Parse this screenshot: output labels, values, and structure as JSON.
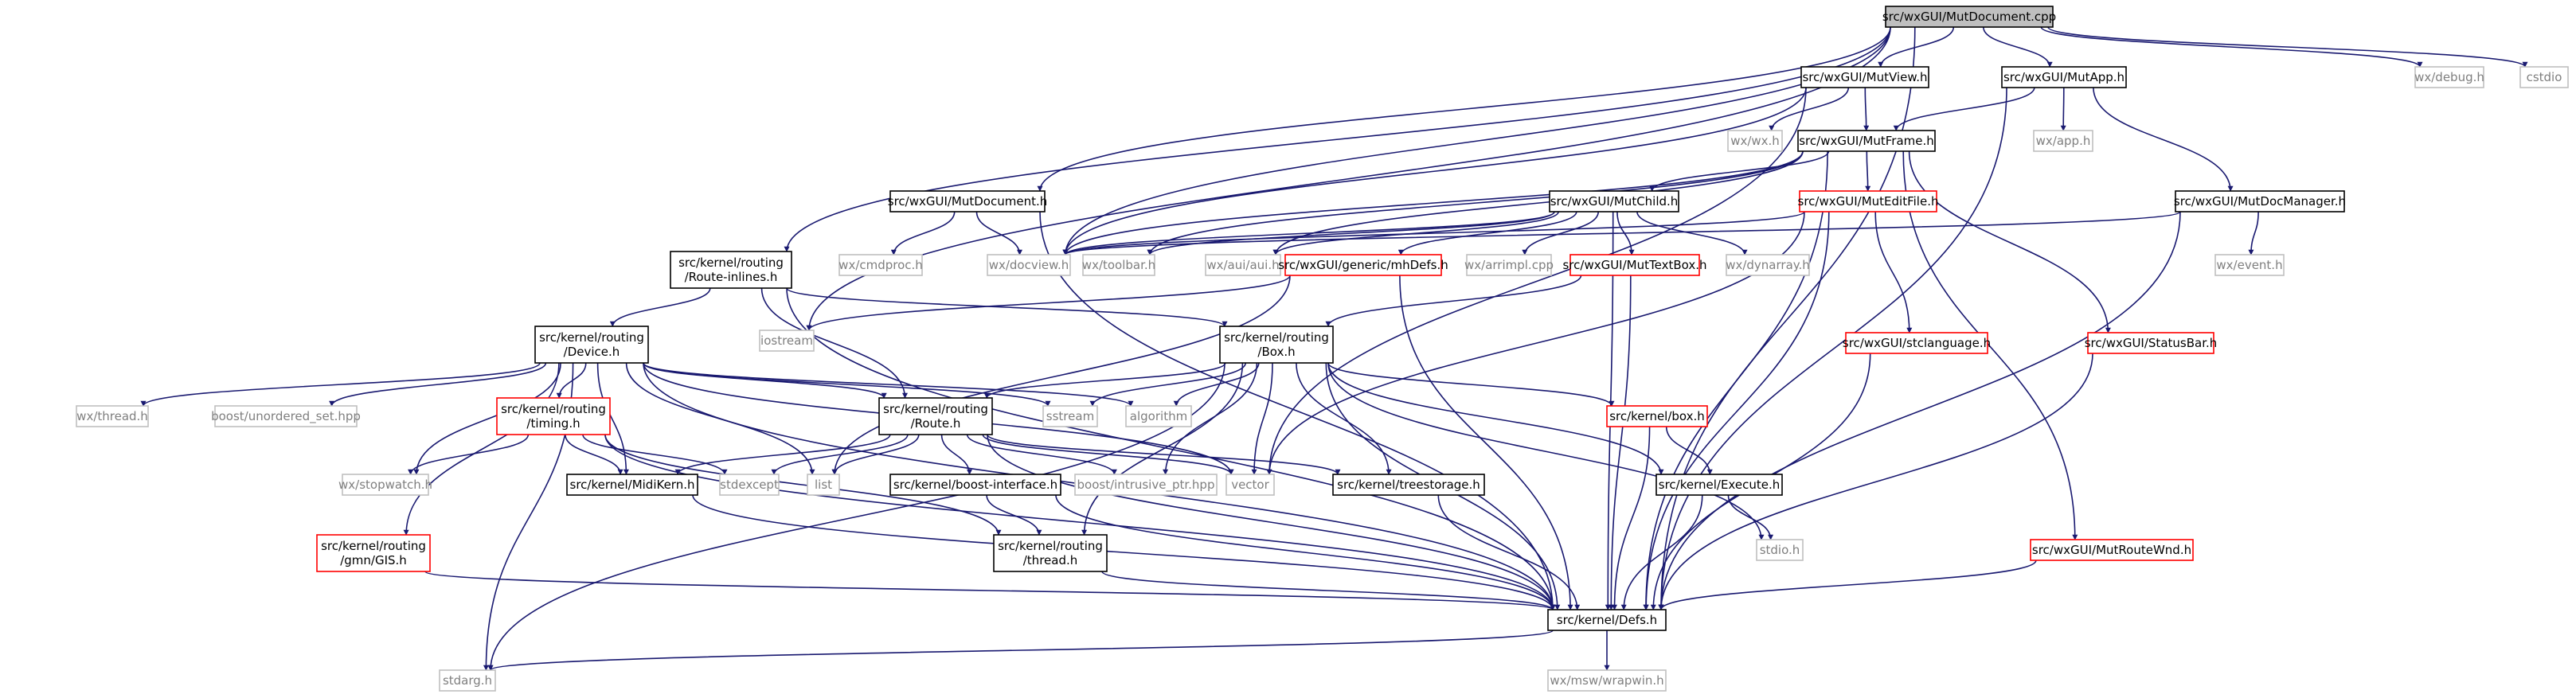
{
  "diagram": {
    "nodes": [
      {
        "id": "n_root",
        "lines": [
          "src/wxGUI/MutDocument.cpp"
        ],
        "style": "root"
      },
      {
        "id": "n_mutview",
        "lines": [
          "src/wxGUI/MutView.h"
        ],
        "style": "normal"
      },
      {
        "id": "n_mutapp",
        "lines": [
          "src/wxGUI/MutApp.h"
        ],
        "style": "normal"
      },
      {
        "id": "n_wxdebug",
        "lines": [
          "wx/debug.h"
        ],
        "style": "gray"
      },
      {
        "id": "n_cstdio",
        "lines": [
          "cstdio"
        ],
        "style": "gray"
      },
      {
        "id": "n_wxwx",
        "lines": [
          "wx/wx.h"
        ],
        "style": "gray"
      },
      {
        "id": "n_mutframe",
        "lines": [
          "src/wxGUI/MutFrame.h"
        ],
        "style": "normal"
      },
      {
        "id": "n_wxapp",
        "lines": [
          "wx/app.h"
        ],
        "style": "gray"
      },
      {
        "id": "n_mutdocument_h",
        "lines": [
          "src/wxGUI/MutDocument.h"
        ],
        "style": "normal"
      },
      {
        "id": "n_mutchild",
        "lines": [
          "src/wxGUI/MutChild.h"
        ],
        "style": "normal"
      },
      {
        "id": "n_mutedit",
        "lines": [
          "src/wxGUI/MutEditFile.h"
        ],
        "style": "red"
      },
      {
        "id": "n_mutdocmgr",
        "lines": [
          "src/wxGUI/MutDocManager.h"
        ],
        "style": "normal"
      },
      {
        "id": "n_cmdproc",
        "lines": [
          "wx/cmdproc.h"
        ],
        "style": "gray"
      },
      {
        "id": "n_docview",
        "lines": [
          "wx/docview.h"
        ],
        "style": "gray"
      },
      {
        "id": "n_toolbar",
        "lines": [
          "wx/toolbar.h"
        ],
        "style": "gray"
      },
      {
        "id": "n_aui",
        "lines": [
          "wx/aui/aui.h"
        ],
        "style": "gray"
      },
      {
        "id": "n_mhdefs",
        "lines": [
          "src/wxGUI/generic/mhDefs.h"
        ],
        "style": "red"
      },
      {
        "id": "n_arrimpl",
        "lines": [
          "wx/arrimpl.cpp"
        ],
        "style": "gray"
      },
      {
        "id": "n_muttextbox",
        "lines": [
          "src/wxGUI/MutTextBox.h"
        ],
        "style": "red"
      },
      {
        "id": "n_dynarray",
        "lines": [
          "wx/dynarray.h"
        ],
        "style": "gray"
      },
      {
        "id": "n_wxevent",
        "lines": [
          "wx/event.h"
        ],
        "style": "gray"
      },
      {
        "id": "n_routeinl",
        "lines": [
          "src/kernel/routing",
          "/Route-inlines.h"
        ],
        "style": "normal"
      },
      {
        "id": "n_iostream",
        "lines": [
          "iostream"
        ],
        "style": "gray"
      },
      {
        "id": "n_box_r",
        "lines": [
          "src/kernel/routing",
          "/Box.h"
        ],
        "style": "normal"
      },
      {
        "id": "n_stclang",
        "lines": [
          "src/wxGUI/stclanguage.h"
        ],
        "style": "red"
      },
      {
        "id": "n_statusbar",
        "lines": [
          "src/wxGUI/StatusBar.h"
        ],
        "style": "red"
      },
      {
        "id": "n_device",
        "lines": [
          "src/kernel/routing",
          "/Device.h"
        ],
        "style": "normal"
      },
      {
        "id": "n_wxthread",
        "lines": [
          "wx/thread.h"
        ],
        "style": "gray"
      },
      {
        "id": "n_unordset",
        "lines": [
          "boost/unordered_set.hpp"
        ],
        "style": "gray"
      },
      {
        "id": "n_timing",
        "lines": [
          "src/kernel/routing",
          "/timing.h"
        ],
        "style": "red"
      },
      {
        "id": "n_sstream",
        "lines": [
          "sstream"
        ],
        "style": "gray"
      },
      {
        "id": "n_algorithm",
        "lines": [
          "algorithm"
        ],
        "style": "gray"
      },
      {
        "id": "n_route",
        "lines": [
          "src/kernel/routing",
          "/Route.h"
        ],
        "style": "normal"
      },
      {
        "id": "n_kbox",
        "lines": [
          "src/kernel/box.h"
        ],
        "style": "red"
      },
      {
        "id": "n_stopwatch",
        "lines": [
          "wx/stopwatch.h"
        ],
        "style": "gray"
      },
      {
        "id": "n_midikern",
        "lines": [
          "src/kernel/MidiKern.h"
        ],
        "style": "normal"
      },
      {
        "id": "n_stdexcept",
        "lines": [
          "stdexcept"
        ],
        "style": "gray"
      },
      {
        "id": "n_list",
        "lines": [
          "list"
        ],
        "style": "gray"
      },
      {
        "id": "n_intrusive",
        "lines": [
          "boost/intrusive_ptr.hpp"
        ],
        "style": "gray"
      },
      {
        "id": "n_vector",
        "lines": [
          "vector"
        ],
        "style": "gray"
      },
      {
        "id": "n_treestorage",
        "lines": [
          "src/kernel/treestorage.h"
        ],
        "style": "normal"
      },
      {
        "id": "n_execute",
        "lines": [
          "src/kernel/Execute.h"
        ],
        "style": "normal"
      },
      {
        "id": "n_boostif",
        "lines": [
          "src/kernel/boost-interface.h"
        ],
        "style": "normal"
      },
      {
        "id": "n_stdio",
        "lines": [
          "stdio.h"
        ],
        "style": "gray"
      },
      {
        "id": "n_gmngis",
        "lines": [
          "src/kernel/routing",
          "/gmn/GIS.h"
        ],
        "style": "red"
      },
      {
        "id": "n_thread_r",
        "lines": [
          "src/kernel/routing",
          "/thread.h"
        ],
        "style": "normal"
      },
      {
        "id": "n_routewnd",
        "lines": [
          "src/wxGUI/MutRouteWnd.h"
        ],
        "style": "red"
      },
      {
        "id": "n_defs",
        "lines": [
          "src/kernel/Defs.h"
        ],
        "style": "normal"
      },
      {
        "id": "n_stdarg",
        "lines": [
          "stdarg.h"
        ],
        "style": "gray"
      },
      {
        "id": "n_wrapwin",
        "lines": [
          "wx/msw/wrapwin.h"
        ],
        "style": "gray"
      }
    ],
    "edges": [
      [
        "n_root",
        "n_mutview"
      ],
      [
        "n_root",
        "n_mutapp"
      ],
      [
        "n_root",
        "n_wxdebug"
      ],
      [
        "n_root",
        "n_cstdio"
      ],
      [
        "n_root",
        "n_mutdocument_h"
      ],
      [
        "n_root",
        "n_routeinl"
      ],
      [
        "n_root",
        "n_iostream"
      ],
      [
        "n_root",
        "n_docview"
      ],
      [
        "n_root",
        "n_defs"
      ],
      [
        "n_mutview",
        "n_wxwx"
      ],
      [
        "n_mutview",
        "n_mutframe"
      ],
      [
        "n_mutview",
        "n_docview"
      ],
      [
        "n_mutview",
        "n_vector"
      ],
      [
        "n_mutapp",
        "n_wxapp"
      ],
      [
        "n_mutapp",
        "n_mutframe"
      ],
      [
        "n_mutapp",
        "n_mutdocmgr"
      ],
      [
        "n_mutapp",
        "n_defs"
      ],
      [
        "n_mutframe",
        "n_mutchild"
      ],
      [
        "n_mutframe",
        "n_mutedit"
      ],
      [
        "n_mutframe",
        "n_docview"
      ],
      [
        "n_mutframe",
        "n_toolbar"
      ],
      [
        "n_mutframe",
        "n_aui"
      ],
      [
        "n_mutframe",
        "n_statusbar"
      ],
      [
        "n_mutframe",
        "n_routewnd"
      ],
      [
        "n_mutframe",
        "n_defs"
      ],
      [
        "n_mutdocument_h",
        "n_cmdproc"
      ],
      [
        "n_mutdocument_h",
        "n_docview"
      ],
      [
        "n_mutdocument_h",
        "n_defs"
      ],
      [
        "n_mutchild",
        "n_docview"
      ],
      [
        "n_mutchild",
        "n_toolbar"
      ],
      [
        "n_mutchild",
        "n_aui"
      ],
      [
        "n_mutchild",
        "n_mhdefs"
      ],
      [
        "n_mutchild",
        "n_arrimpl"
      ],
      [
        "n_mutchild",
        "n_muttextbox"
      ],
      [
        "n_mutchild",
        "n_dynarray"
      ],
      [
        "n_mutchild",
        "n_defs"
      ],
      [
        "n_mutedit",
        "n_docview"
      ],
      [
        "n_mutedit",
        "n_stclang"
      ],
      [
        "n_mutedit",
        "n_defs"
      ],
      [
        "n_mutedit",
        "n_vector"
      ],
      [
        "n_mutdocmgr",
        "n_docview"
      ],
      [
        "n_mutdocmgr",
        "n_wxevent"
      ],
      [
        "n_mutdocmgr",
        "n_defs"
      ],
      [
        "n_mhdefs",
        "n_iostream"
      ],
      [
        "n_mhdefs",
        "n_defs"
      ],
      [
        "n_mhdefs",
        "n_list"
      ],
      [
        "n_muttextbox",
        "n_box_r"
      ],
      [
        "n_muttextbox",
        "n_defs"
      ],
      [
        "n_routeinl",
        "n_device"
      ],
      [
        "n_routeinl",
        "n_route"
      ],
      [
        "n_routeinl",
        "n_box_r"
      ],
      [
        "n_routeinl",
        "n_defs"
      ],
      [
        "n_stclang",
        "n_defs"
      ],
      [
        "n_statusbar",
        "n_defs"
      ],
      [
        "n_routewnd",
        "n_defs"
      ],
      [
        "n_box_r",
        "n_route"
      ],
      [
        "n_box_r",
        "n_sstream"
      ],
      [
        "n_box_r",
        "n_algorithm"
      ],
      [
        "n_box_r",
        "n_kbox"
      ],
      [
        "n_box_r",
        "n_intrusive"
      ],
      [
        "n_box_r",
        "n_vector"
      ],
      [
        "n_box_r",
        "n_treestorage"
      ],
      [
        "n_box_r",
        "n_execute"
      ],
      [
        "n_box_r",
        "n_thread_r"
      ],
      [
        "n_box_r",
        "n_stdio"
      ],
      [
        "n_box_r",
        "n_stdarg"
      ],
      [
        "n_box_r",
        "n_defs"
      ],
      [
        "n_device",
        "n_wxthread"
      ],
      [
        "n_device",
        "n_unordset"
      ],
      [
        "n_device",
        "n_timing"
      ],
      [
        "n_device",
        "n_sstream"
      ],
      [
        "n_device",
        "n_algorithm"
      ],
      [
        "n_device",
        "n_route"
      ],
      [
        "n_device",
        "n_stopwatch"
      ],
      [
        "n_device",
        "n_midikern"
      ],
      [
        "n_device",
        "n_list"
      ],
      [
        "n_device",
        "n_vector"
      ],
      [
        "n_device",
        "n_gmngis"
      ],
      [
        "n_device",
        "n_stdarg"
      ],
      [
        "n_device",
        "n_defs"
      ],
      [
        "n_timing",
        "n_stopwatch"
      ],
      [
        "n_timing",
        "n_midikern"
      ],
      [
        "n_timing",
        "n_stdexcept"
      ],
      [
        "n_timing",
        "n_thread_r"
      ],
      [
        "n_timing",
        "n_defs"
      ],
      [
        "n_route",
        "n_midikern"
      ],
      [
        "n_route",
        "n_stdexcept"
      ],
      [
        "n_route",
        "n_list"
      ],
      [
        "n_route",
        "n_intrusive"
      ],
      [
        "n_route",
        "n_vector"
      ],
      [
        "n_route",
        "n_boostif"
      ],
      [
        "n_route",
        "n_treestorage"
      ],
      [
        "n_route",
        "n_defs"
      ],
      [
        "n_kbox",
        "n_execute"
      ],
      [
        "n_kbox",
        "n_defs"
      ],
      [
        "n_execute",
        "n_stdio"
      ],
      [
        "n_execute",
        "n_defs"
      ],
      [
        "n_midikern",
        "n_defs"
      ],
      [
        "n_treestorage",
        "n_defs"
      ],
      [
        "n_boostif",
        "n_thread_r"
      ],
      [
        "n_boostif",
        "n_defs"
      ],
      [
        "n_gmngis",
        "n_defs"
      ],
      [
        "n_thread_r",
        "n_defs"
      ],
      [
        "n_defs",
        "n_stdarg"
      ],
      [
        "n_defs",
        "n_wrapwin"
      ]
    ]
  }
}
